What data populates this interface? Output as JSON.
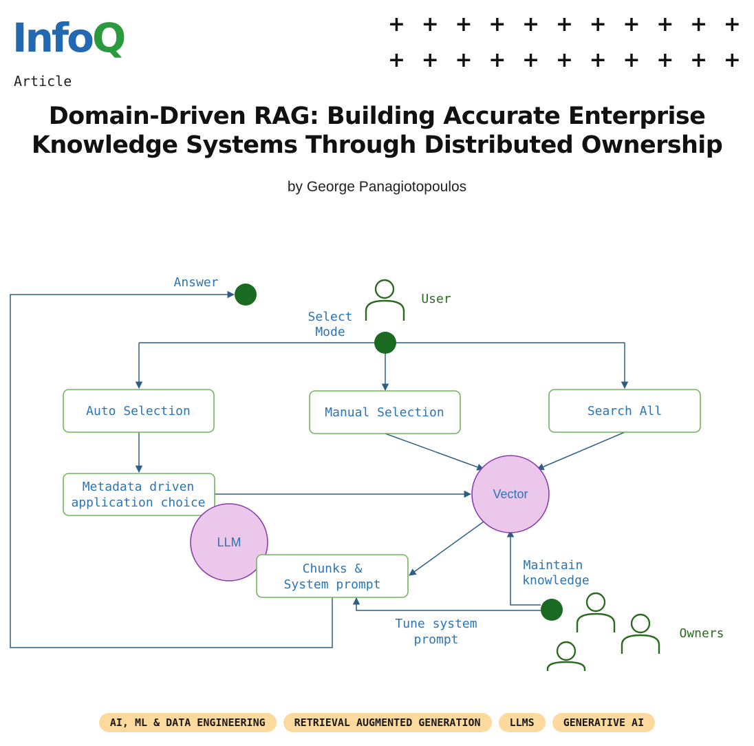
{
  "brand": {
    "logo_part1": "Info",
    "logo_part2": "Q",
    "label": "Article"
  },
  "title_line1": "Domain-Driven RAG: Building Accurate Enterprise",
  "title_line2": "Knowledge Systems Through Distributed Ownership",
  "byline": "by George Panagiotopoulos",
  "diagram": {
    "answer": "Answer",
    "user": "User",
    "select_mode_line1": "Select",
    "select_mode_line2": "Mode",
    "auto_selection": "Auto Selection",
    "manual_selection": "Manual Selection",
    "search_all": "Search All",
    "metadata_line1": "Metadata driven",
    "metadata_line2": "application choice",
    "vector": "Vector",
    "llm": "LLM",
    "chunks_line1": "Chunks &",
    "chunks_line2": "System prompt",
    "maintain_line1": "Maintain",
    "maintain_line2": "knowledge",
    "tune_line1": "Tune system",
    "tune_line2": "prompt",
    "owners": "Owners"
  },
  "tags": [
    "AI, ML & DATA ENGINEERING",
    "RETRIEVAL AUGMENTED GENERATION",
    "LLMS",
    "GENERATIVE AI"
  ],
  "colors": {
    "logo_blue": "#2269b1",
    "logo_green": "#2b9a3e",
    "label_blue": "#2a74b8",
    "label_green": "#2a6a1f",
    "box_border": "#6fb65e",
    "node_fill": "#ecc7ec",
    "node_stroke": "#8a3ca8",
    "dot": "#1b6a22",
    "tag_bg": "#fcd99c"
  }
}
